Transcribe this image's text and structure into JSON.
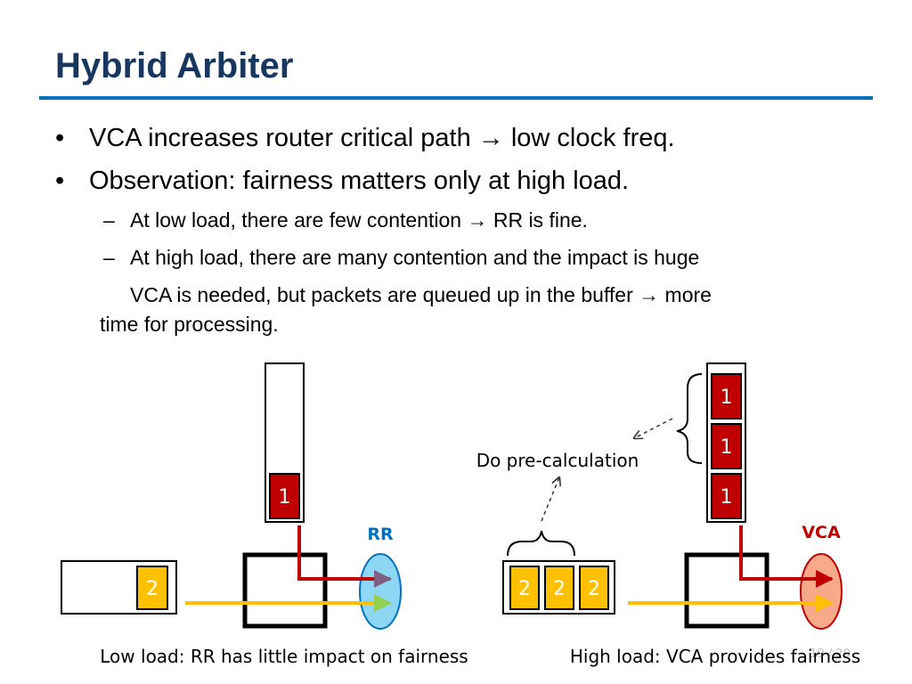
{
  "slide": {
    "title": "Hybrid Arbiter",
    "bullets": [
      {
        "symbol": "•",
        "text": "VCA increases router critical path → low clock freq."
      },
      {
        "symbol": "•",
        "text": "Observation: fairness matters only at high load."
      }
    ],
    "sub_bullets": [
      {
        "symbol": "–",
        "text": "At low load, there are few contention → RR is fine."
      },
      {
        "symbol": "–",
        "text": "At high load, there are many contention and the impact is huge"
      }
    ],
    "continuation": [
      "VCA is needed, but packets are queued up in the buffer → more",
      "time for processing."
    ],
    "page_number": "19 / 20"
  },
  "diagram": {
    "colors": {
      "red_packet": "#c00000",
      "yellow_packet": "#ffc000",
      "rr_label": "#0070c0",
      "vca_label": "#c00000",
      "rr_ellipse": "#8dd6f4",
      "vca_ellipse": "#f7a98a",
      "red_arrow": "#c00000",
      "yellow_arrow": "#ffc000",
      "purple_arrowhead": "#7f6084",
      "green_arrowhead": "#92d050"
    },
    "left": {
      "vertical_packet": "1",
      "horizontal_packet": "2",
      "arbiter_label": "RR",
      "caption": "Low load: RR has little impact on fairness"
    },
    "right": {
      "vertical_packets": [
        "1",
        "1",
        "1"
      ],
      "horizontal_packets": [
        "2",
        "2",
        "2"
      ],
      "arbiter_label": "VCA",
      "annotation": "Do pre-calculation",
      "caption": "High load: VCA provides fairness"
    }
  }
}
